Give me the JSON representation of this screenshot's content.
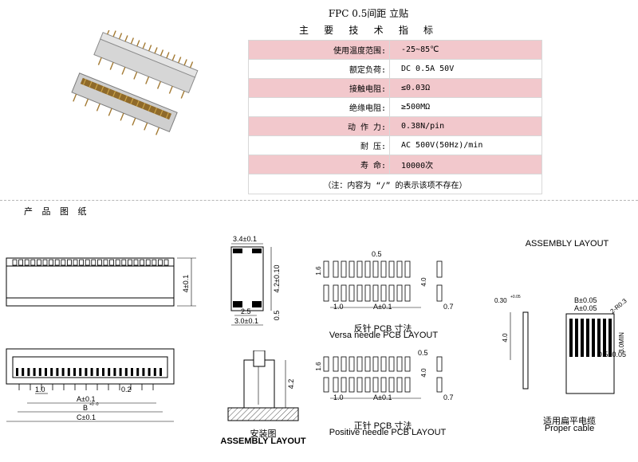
{
  "header": {
    "title": "FPC 0.5间距 立贴",
    "subtitle": "主 要 技 术 指 标"
  },
  "specs": [
    {
      "label": "使用温度范围:",
      "value": "-25~85℃"
    },
    {
      "label": "额定负荷:",
      "value": "DC 0.5A 50V"
    },
    {
      "label": "接触电阻:",
      "value": "≤0.03Ω"
    },
    {
      "label": "绝缘电阻:",
      "value": "≥500MΩ"
    },
    {
      "label": "动 作 力:",
      "value": "0.38N/pin"
    },
    {
      "label": "耐    压:",
      "value": "AC 500V(50Hz)/min"
    },
    {
      "label": "寿    命:",
      "value": "10000次"
    }
  ],
  "note": "（注：内容为 “/” 的表示该项不存在）",
  "section_title": "产 品 图 纸",
  "drawing_front": {
    "height_dim": "4±0.1",
    "pitch": "1.0",
    "dim_02": "0.2",
    "dim_a": "A±0.1",
    "dim_b": "B",
    "dim_b_tol": "+0 -0",
    "dim_c": "C±0.1"
  },
  "drawing_side": {
    "top_width": "3.4±0.1",
    "height": "4.2±0.10",
    "bottom_inner": "2.5",
    "bottom_width": "3.0±0.1",
    "foot": "0.5"
  },
  "assembly_left": {
    "height": "4.2",
    "caption_cn": "安装图",
    "caption_en": "ASSEMBLY LAYOUT"
  },
  "pcb_versa": {
    "pitch": "0.5",
    "pad_len": "1.6",
    "row_gap": "4.0",
    "left": "1.0",
    "dim_a": "A±0.1",
    "right": "0.7",
    "caption_cn": "反针 PCB 寸法",
    "caption_en": "Versa needle PCB LAYOUT"
  },
  "pcb_positive": {
    "pitch": "0.5",
    "pad_len": "1.6",
    "row_gap": "4.0",
    "left": "1.0",
    "dim_a": "A±0.1",
    "right": "0.7",
    "caption_cn": "正针 PCB 寸法",
    "caption_en": "Positive needle PCB LAYOUT"
  },
  "cable": {
    "title": "ASSEMBLY LAYOUT",
    "thickness": "0.30",
    "thickness_tol": "+0.05",
    "length": "4.0",
    "dim_b": "B±0.05",
    "dim_a": "A±0.05",
    "radius": "2-R0.3",
    "min_len": "3.0MIN",
    "pitch": "0.5±0.05",
    "caption_cn": "适用扁平电缆",
    "caption_en": "Proper cable"
  },
  "colors": {
    "pink_row": "#f2c8cc",
    "contact_gold": "#b8862e",
    "housing": "#cfcfcf"
  }
}
